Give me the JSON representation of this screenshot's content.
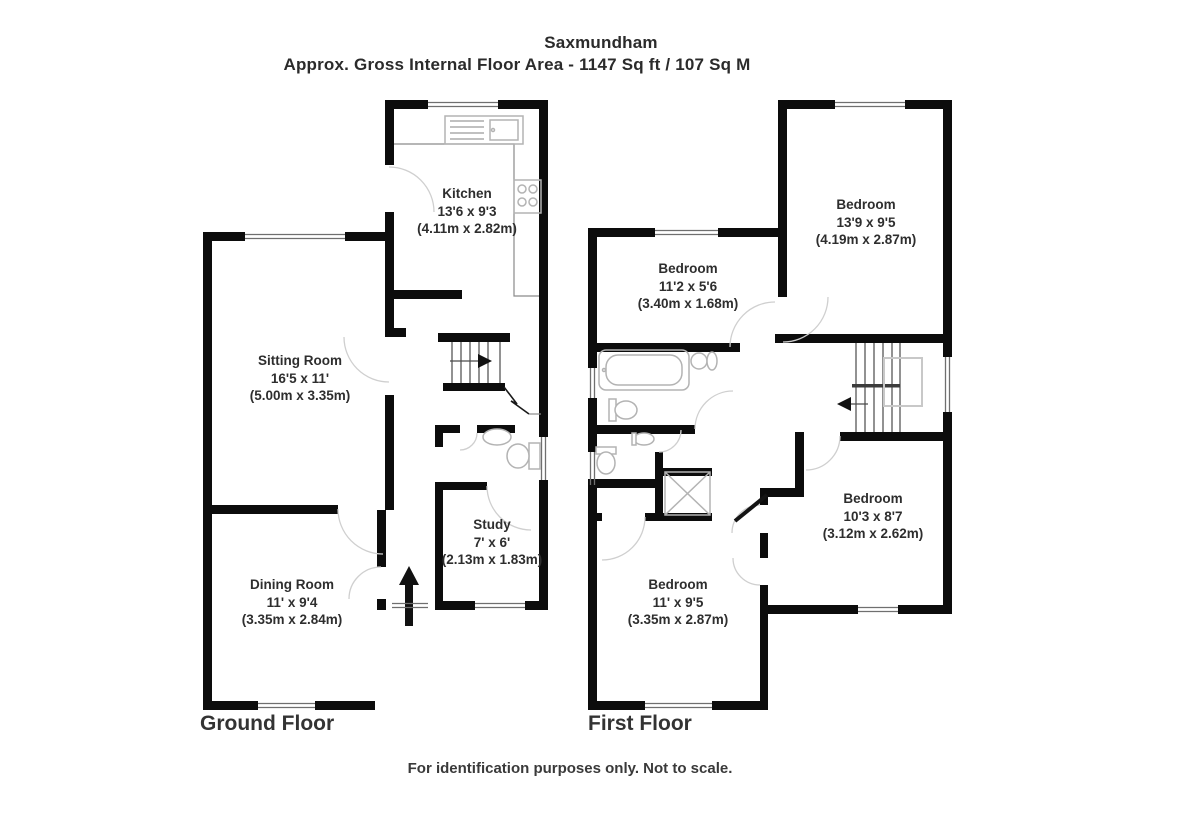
{
  "header": {
    "location": "Saxmundham",
    "area_line": "Approx. Gross Internal Floor Area - 1147 Sq ft / 107 Sq M"
  },
  "floors": [
    {
      "label": "Ground Floor",
      "rooms": [
        {
          "name": "Kitchen",
          "imperial": "13'6 x 9'3",
          "metric": "(4.11m x 2.82m)"
        },
        {
          "name": "Sitting Room",
          "imperial": "16'5 x 11'",
          "metric": "(5.00m x 3.35m)"
        },
        {
          "name": "Study",
          "imperial": "7' x 6'",
          "metric": "(2.13m x 1.83m)"
        },
        {
          "name": "Dining Room",
          "imperial": "11' x 9'4",
          "metric": "(3.35m x 2.84m)"
        }
      ],
      "fixtures": [
        "kitchen-sink-unit",
        "hob",
        "staircase-up",
        "wash-basin",
        "toilet",
        "entrance-arrow"
      ]
    },
    {
      "label": "First Floor",
      "rooms": [
        {
          "name": "Bedroom",
          "imperial": "13'9 x 9'5",
          "metric": "(4.19m x 2.87m)"
        },
        {
          "name": "Bedroom",
          "imperial": "11'2 x 5'6",
          "metric": "(3.40m x 1.68m)"
        },
        {
          "name": "Bedroom",
          "imperial": "10'3 x 8'7",
          "metric": "(3.12m x 2.62m)"
        },
        {
          "name": "Bedroom",
          "imperial": "11' x 9'5",
          "metric": "(3.35m x 2.87m)"
        }
      ],
      "fixtures": [
        "bathtub",
        "toilet",
        "wash-basin",
        "toilet",
        "wash-basin",
        "shower-cubicle",
        "staircase-down",
        "loft-hatch"
      ]
    }
  ],
  "footer": {
    "disclaimer": "For identification purposes only. Not to scale."
  },
  "colors": {
    "wall": "#0c0c0c",
    "fixture": "#b3b3b3",
    "door_arc": "#cfcfcf",
    "text": "#2e2e2e",
    "background": "#ffffff"
  }
}
